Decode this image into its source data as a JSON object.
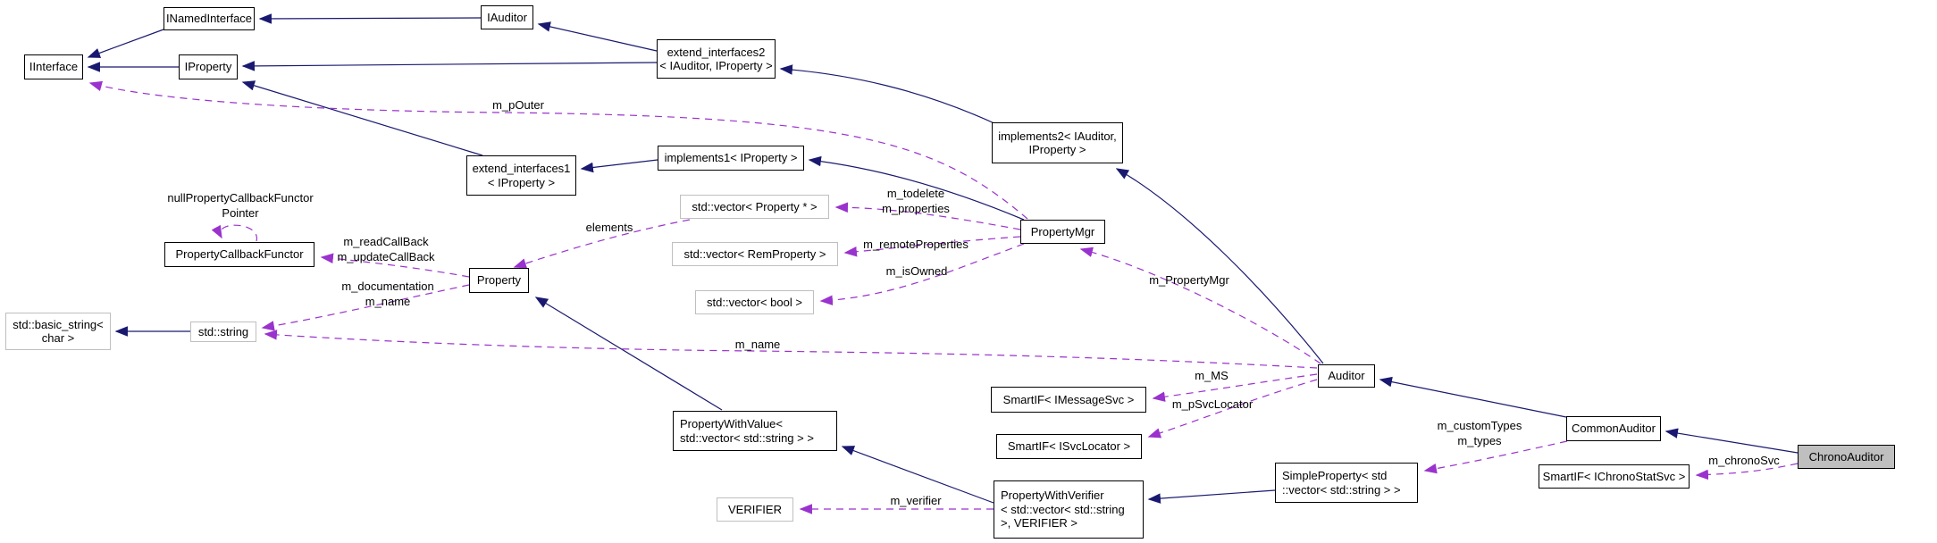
{
  "diagram": {
    "type": "collaboration-graph",
    "colors": {
      "inheritance_edge": "#191970",
      "usage_edge": "#9a32cd",
      "node_border": "#000000",
      "external_node_border": "#bfbfbf",
      "highlight_node_fill": "#bfbfbf",
      "node_fill": "#ffffff",
      "text": "#000000"
    },
    "nodes": {
      "iinterface": {
        "label": "IInterface",
        "kind": "internal"
      },
      "inamedinterface": {
        "label": "INamedInterface",
        "kind": "internal"
      },
      "iproperty": {
        "label": "IProperty",
        "kind": "internal"
      },
      "iauditor": {
        "label": "IAuditor",
        "kind": "internal"
      },
      "extend_interfaces2": {
        "label": "extend_interfaces2\n< IAuditor, IProperty >",
        "kind": "internal"
      },
      "extend_interfaces1": {
        "label": "extend_interfaces1\n< IProperty >",
        "kind": "internal"
      },
      "implements1": {
        "label": "implements1< IProperty >",
        "kind": "internal"
      },
      "implements2": {
        "label": "implements2< IAuditor,\nIProperty >",
        "kind": "internal"
      },
      "vector_property": {
        "label": "std::vector< Property * >",
        "kind": "external"
      },
      "propertymgr": {
        "label": "PropertyMgr",
        "kind": "internal"
      },
      "vector_remproperty": {
        "label": "std::vector< RemProperty >",
        "kind": "external"
      },
      "vector_bool": {
        "label": "std::vector< bool >",
        "kind": "external"
      },
      "propertycallbackfunctor": {
        "label": "PropertyCallbackFunctor",
        "kind": "internal"
      },
      "property": {
        "label": "Property",
        "kind": "internal"
      },
      "basic_string": {
        "label": "std::basic_string<\nchar >",
        "kind": "external"
      },
      "std_string": {
        "label": "std::string",
        "kind": "external"
      },
      "propertywithvalue": {
        "label": "PropertyWithValue<\nstd::vector< std::string > >",
        "kind": "internal"
      },
      "smartif_imessagesvc": {
        "label": "SmartIF< IMessageSvc >",
        "kind": "internal"
      },
      "smartif_isvclocator": {
        "label": "SmartIF< ISvcLocator >",
        "kind": "internal"
      },
      "auditor": {
        "label": "Auditor",
        "kind": "internal"
      },
      "simpleproperty": {
        "label": "SimpleProperty< std\n::vector< std::string > >",
        "kind": "internal"
      },
      "propertywithverifier": {
        "label": "PropertyWithVerifier\n< std::vector< std::string\n>, VERIFIER >",
        "kind": "internal"
      },
      "verifier": {
        "label": "VERIFIER",
        "kind": "external"
      },
      "commonauditor": {
        "label": "CommonAuditor",
        "kind": "internal"
      },
      "smartif_ichronostatsvc": {
        "label": "SmartIF< IChronoStatSvc >",
        "kind": "internal"
      },
      "chronoauditor": {
        "label": "ChronoAuditor",
        "kind": "highlight"
      }
    },
    "edge_labels": {
      "m_pOuter": "m_pOuter",
      "elements": "elements",
      "m_todelete_m_properties": "m_todelete\nm_properties",
      "m_remoteProperties": "m_remoteProperties",
      "m_isOwned": "m_isOwned",
      "m_readCallBack_m_updateCallBack": "m_readCallBack\nm_updateCallBack",
      "m_documentation_m_name": "m_documentation\nm_name",
      "nullPropertyCallbackFunctorPointer": "nullPropertyCallbackFunctor\nPointer",
      "m_name": "m_name",
      "m_PropertyMgr": "m_PropertyMgr",
      "m_MS": "m_MS",
      "m_pSvcLocator": "m_pSvcLocator",
      "m_customTypes_m_types": "m_customTypes\nm_types",
      "m_chronoSvc": "m_chronoSvc",
      "m_verifier": "m_verifier"
    }
  }
}
